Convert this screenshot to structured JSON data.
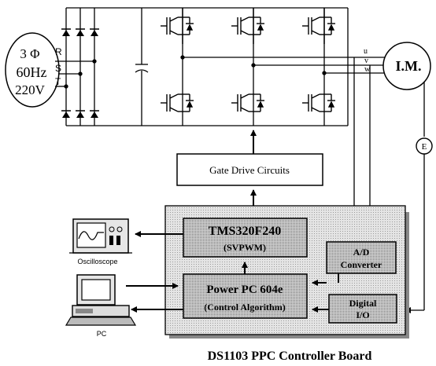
{
  "source": {
    "phase": "3 Φ",
    "frequency": "60Hz",
    "voltage": "220V",
    "phase_labels": [
      "R",
      "S",
      "T"
    ]
  },
  "motor": {
    "label": "I.M.",
    "phase_labels": [
      "u",
      "v",
      "w"
    ],
    "encoder_label": "E"
  },
  "gate_drive": {
    "label": "Gate Drive Circuits"
  },
  "controller_board": {
    "label": "DS1103 PPC Controller Board",
    "dsp": {
      "title": "TMS320F240",
      "subtitle": "(SVPWM)"
    },
    "processor": {
      "title": "Power PC 604e",
      "subtitle": "(Control Algorithm)"
    },
    "adc": {
      "line1": "A/D",
      "line2": "Converter"
    },
    "dio": {
      "line1": "Digital",
      "line2": "I/O"
    }
  },
  "peripherals": {
    "oscilloscope": "Oscilloscope",
    "pc": "PC"
  },
  "colors": {
    "line": "#000000",
    "board_fill": "#d8d8d8",
    "block_fill": "#c4c4c4"
  }
}
